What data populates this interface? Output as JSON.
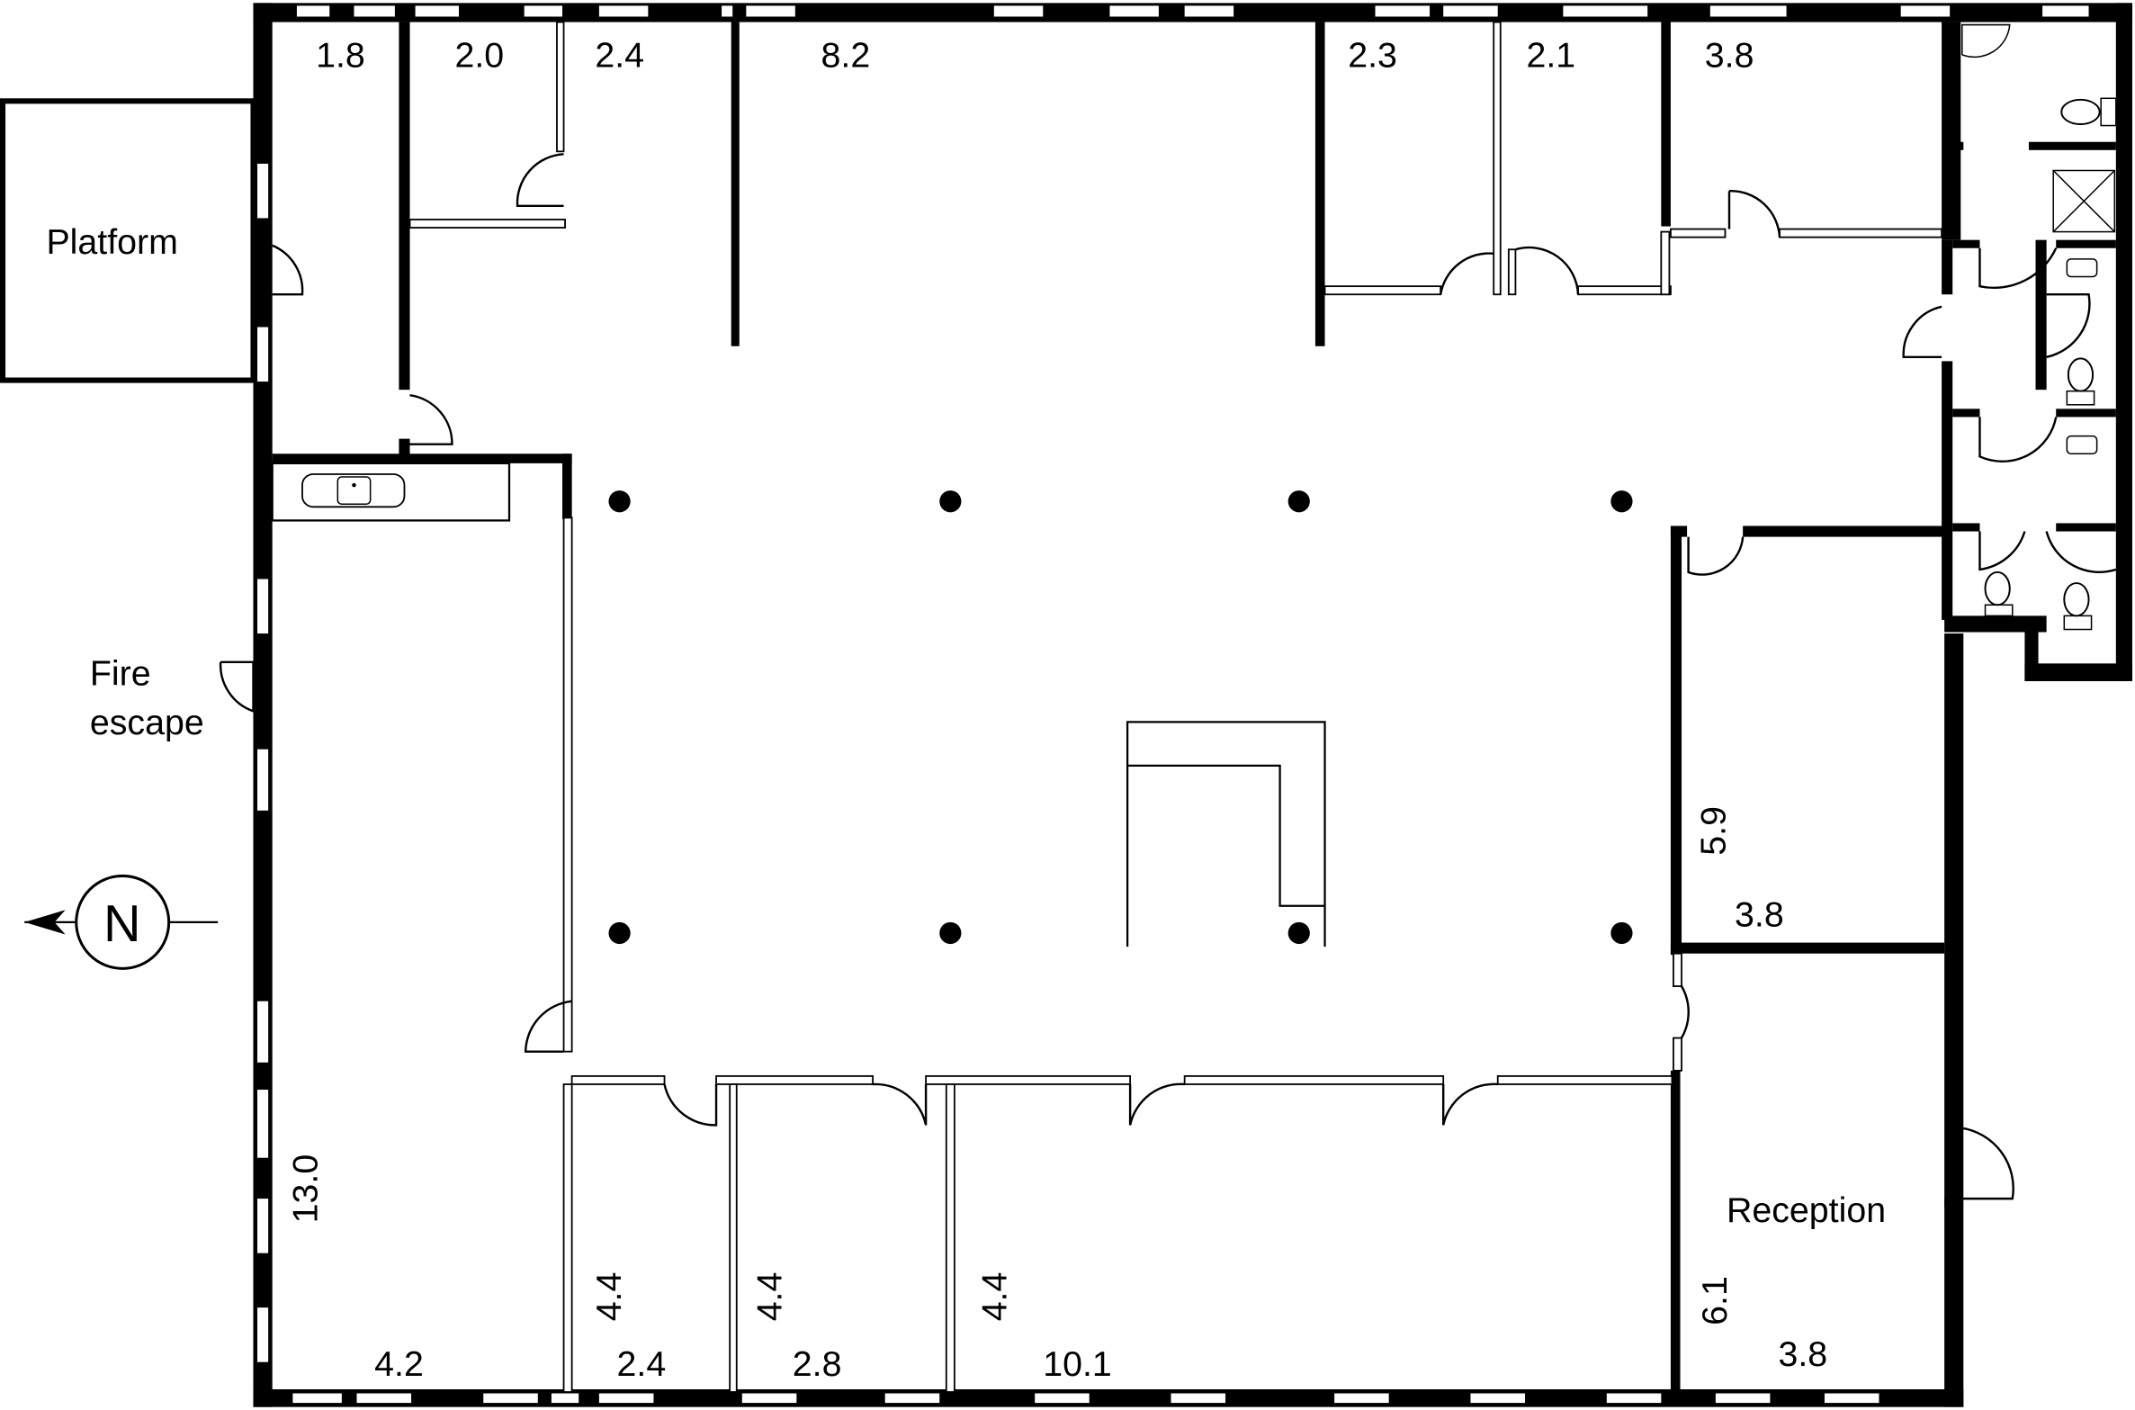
{
  "plan": {
    "labels": {
      "platform": "Platform",
      "fire": "Fire",
      "escape": "escape",
      "reception": "Reception",
      "north": "N"
    },
    "top_dimensions": [
      "1.8",
      "2.0",
      "2.4",
      "8.2",
      "2.3",
      "2.1",
      "3.8"
    ],
    "room_east_height": "5.9",
    "room_east_width": "3.8",
    "kitchen_length": "13.0",
    "kitchen_width": "4.2",
    "bottom_room_1_height": "4.4",
    "bottom_room_1_width": "2.4",
    "bottom_room_2_height": "4.4",
    "bottom_room_2_width": "2.8",
    "bottom_room_3_height": "4.4",
    "bottom_room_3_width": "10.1",
    "reception_height": "6.1",
    "reception_width": "3.8"
  },
  "colors": {
    "wall": "#000000",
    "background": "#ffffff"
  }
}
